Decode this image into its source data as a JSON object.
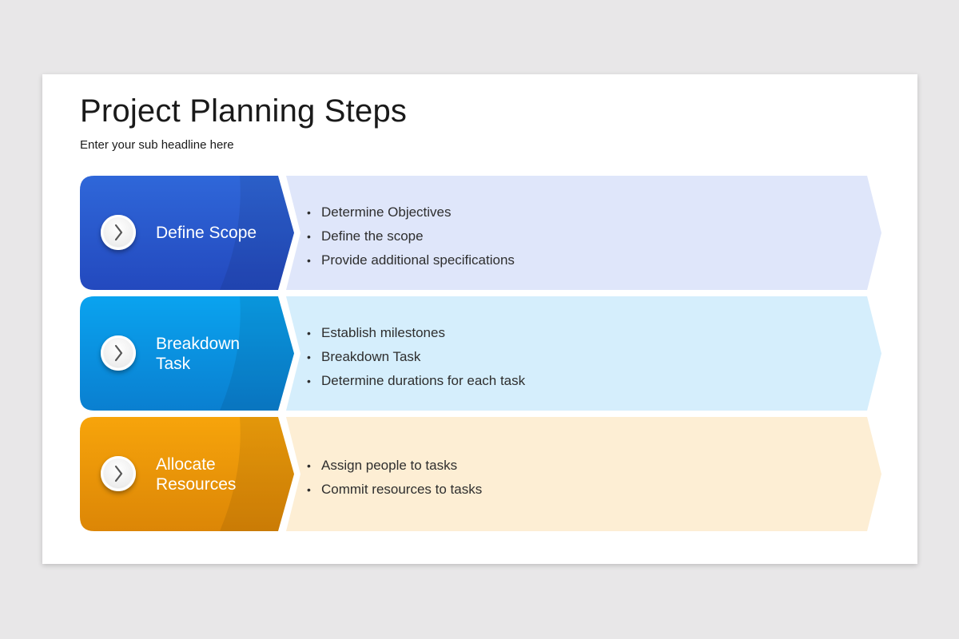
{
  "slide": {
    "title": "Project Planning Steps",
    "subtitle": "Enter your sub headline here"
  },
  "steps": [
    {
      "label": "Define Scope",
      "icon": "chevron-right-icon",
      "colors": {
        "top": "#2f67d9",
        "bottom": "#2349be",
        "panel": "#dfe6fa"
      },
      "bullets": [
        "Determine Objectives",
        "Define the scope",
        "Provide additional specifications"
      ]
    },
    {
      "label": "Breakdown Task",
      "icon": "chevron-right-icon",
      "colors": {
        "top": "#0aa3ef",
        "bottom": "#0a7fd0",
        "panel": "#d5eefc"
      },
      "bullets": [
        "Establish milestones",
        "Breakdown Task",
        "Determine durations for each task"
      ]
    },
    {
      "label": "Allocate Resources",
      "icon": "chevron-right-icon",
      "colors": {
        "top": "#f7a40b",
        "bottom": "#dc8606",
        "panel": "#fdeed4"
      },
      "bullets": [
        "Assign people to tasks",
        "Commit resources to tasks"
      ]
    }
  ],
  "bullet_glyph": "•"
}
